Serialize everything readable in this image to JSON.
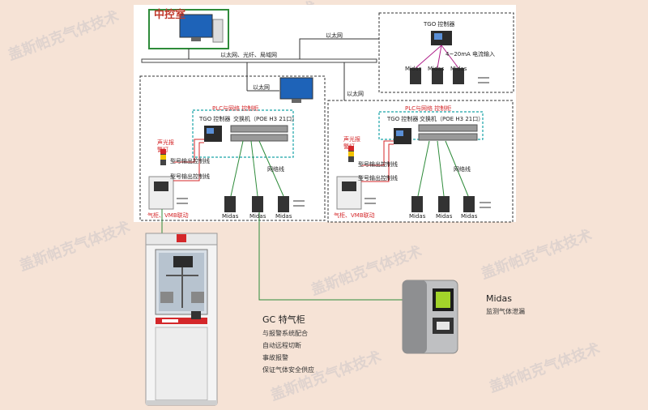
{
  "control_room": {
    "label": "中控室"
  },
  "networks": {
    "backbone": "以太网、光纤、局域网",
    "ethernet_top": "以太网",
    "ethernet_left": "以太网",
    "ethernet_right": "以太网",
    "netline": "网络线"
  },
  "tgo_top": {
    "label": "TGO 控制器",
    "current_input": "4~20mA 电流输入"
  },
  "cabinet_left": {
    "title": "PLC与网络 控制柜",
    "tgo": "TGO 控制器",
    "switch": "交换机（POE H3 21口）"
  },
  "cabinet_right": {
    "title": "PLC与网络 控制柜",
    "tgo": "TGO 控制器",
    "switch": "交换机（POE H3 21口）"
  },
  "alarm": {
    "label": "声光报警灯"
  },
  "signal_line": "型号输出控制线",
  "gas_cab_label": "气柜、VMB联动",
  "midas_label": "Midas",
  "midas_product": {
    "title": "Midas",
    "desc": "监测气体泄漏"
  },
  "gc_product": {
    "title": "GC 特气柜",
    "lines": [
      "与报警系统配合",
      "自动远程切断",
      "事故报警",
      "保证气体安全供应"
    ]
  },
  "colors": {
    "background": "#f6e3d6",
    "panel": "#ffffff",
    "accent_red": "#d4272a",
    "green": "#2e8b3a",
    "cyan": "#19a3a8"
  },
  "watermark": "盖斯帕克气体技术"
}
